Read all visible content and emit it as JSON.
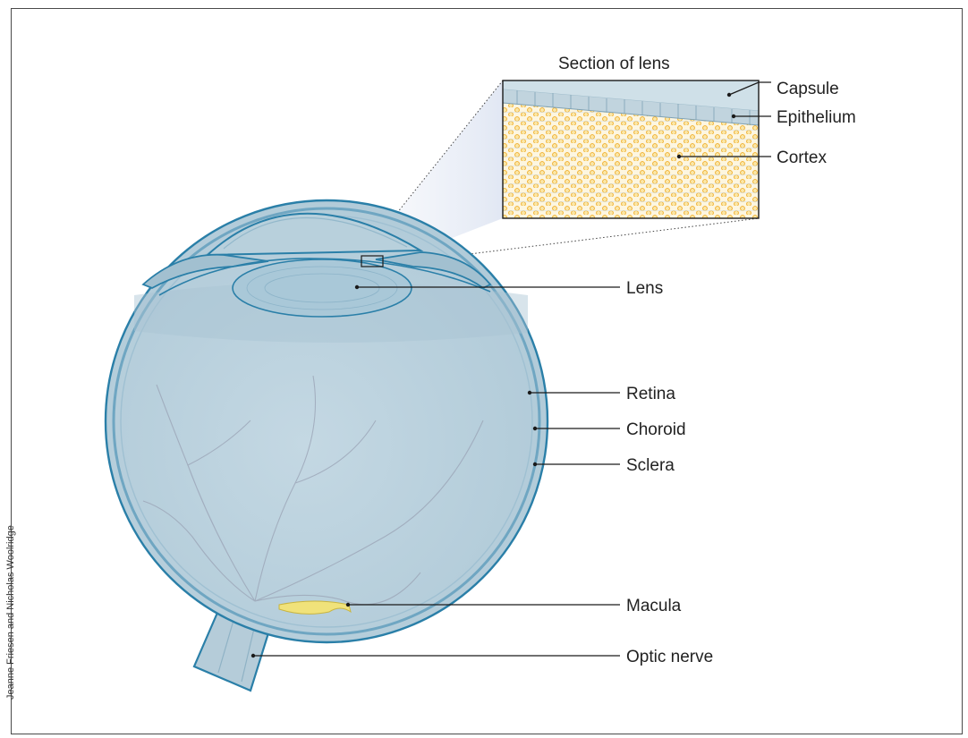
{
  "diagram": {
    "inset_title": "Section of lens",
    "labels": {
      "capsule": "Capsule",
      "epithelium": "Epithelium",
      "cortex": "Cortex",
      "lens": "Lens",
      "retina": "Retina",
      "choroid": "Choroid",
      "sclera": "Sclera",
      "macula": "Macula",
      "optic_nerve": "Optic nerve"
    },
    "credit": "Jeanne Friesen and Nicholas Woolridge"
  },
  "colors": {
    "eye_fill": "#bcd3df",
    "eye_outline": "#2a7fa8",
    "lens_fill": "#a9c8d8",
    "macula": "#f0e27a",
    "cortex_cells": "#f2b92e",
    "capsule": "#cfe0e8"
  }
}
